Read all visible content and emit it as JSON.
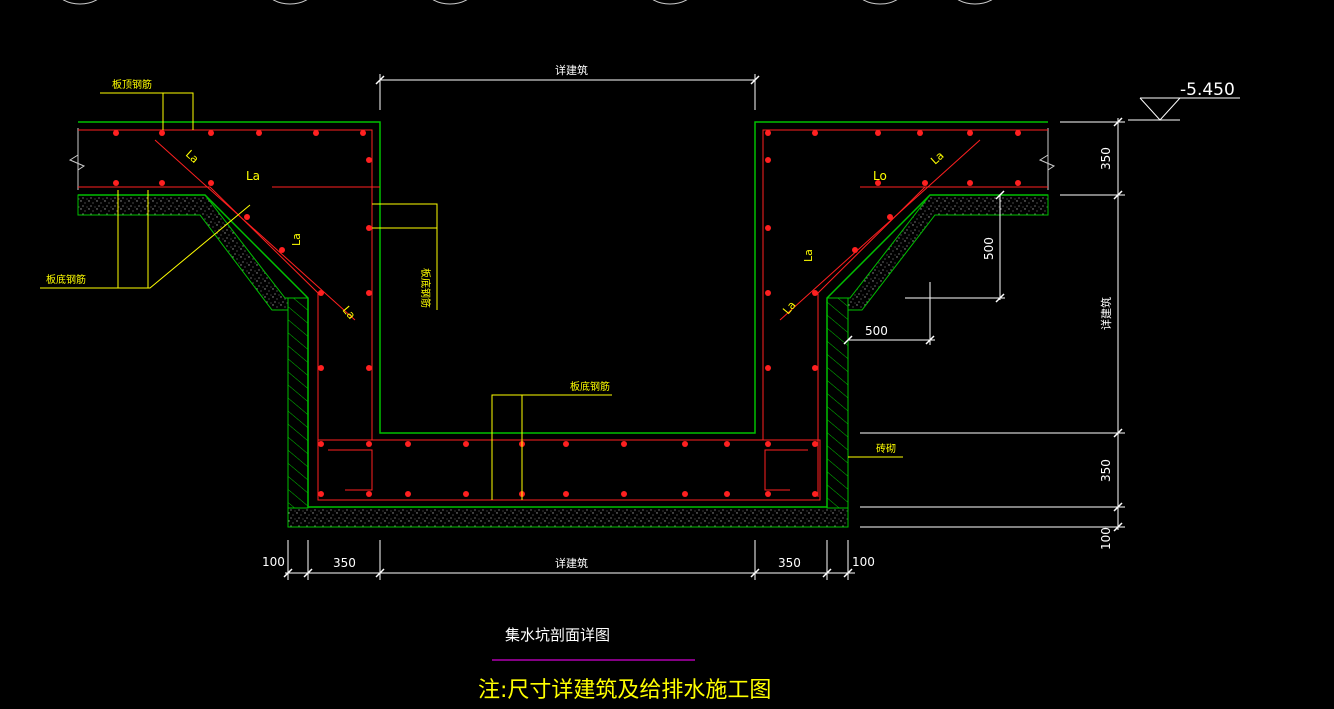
{
  "elevation": "-5.450",
  "labels": {
    "top_rebar_left": "板顶钢筋",
    "bottom_rebar_left": "板底钢筋",
    "bottom_rebar_mid": "板底钢筋",
    "wall_rebar": "板底钢筋",
    "brick": "砖砌",
    "la_left_1": "La",
    "la_left_2": "La",
    "la_left_3": "La",
    "la_left_4": "La",
    "la_right_1": "La",
    "la_right_2": "La",
    "la_right_3": "Lo",
    "la_right_4": "La"
  },
  "dimensions": {
    "top_width": "详建筑",
    "bottom_width": "详建筑",
    "right_height": "详建筑",
    "top_slab": "350",
    "slope_h": "500",
    "slope_w": "500",
    "bottom_slab": "350",
    "cushion": "100",
    "left_cushion": "100",
    "left_wall": "350",
    "right_wall": "350",
    "right_cushion": "100"
  },
  "title": "集水坑剖面详图",
  "note": "注:尺寸详建筑及给排水施工图",
  "colors": {
    "background": "#000000",
    "structure": "#00c000",
    "rebar": "#ff2020",
    "dimension": "#ffffff",
    "leader": "#ffff00",
    "underline": "#b000b0"
  }
}
